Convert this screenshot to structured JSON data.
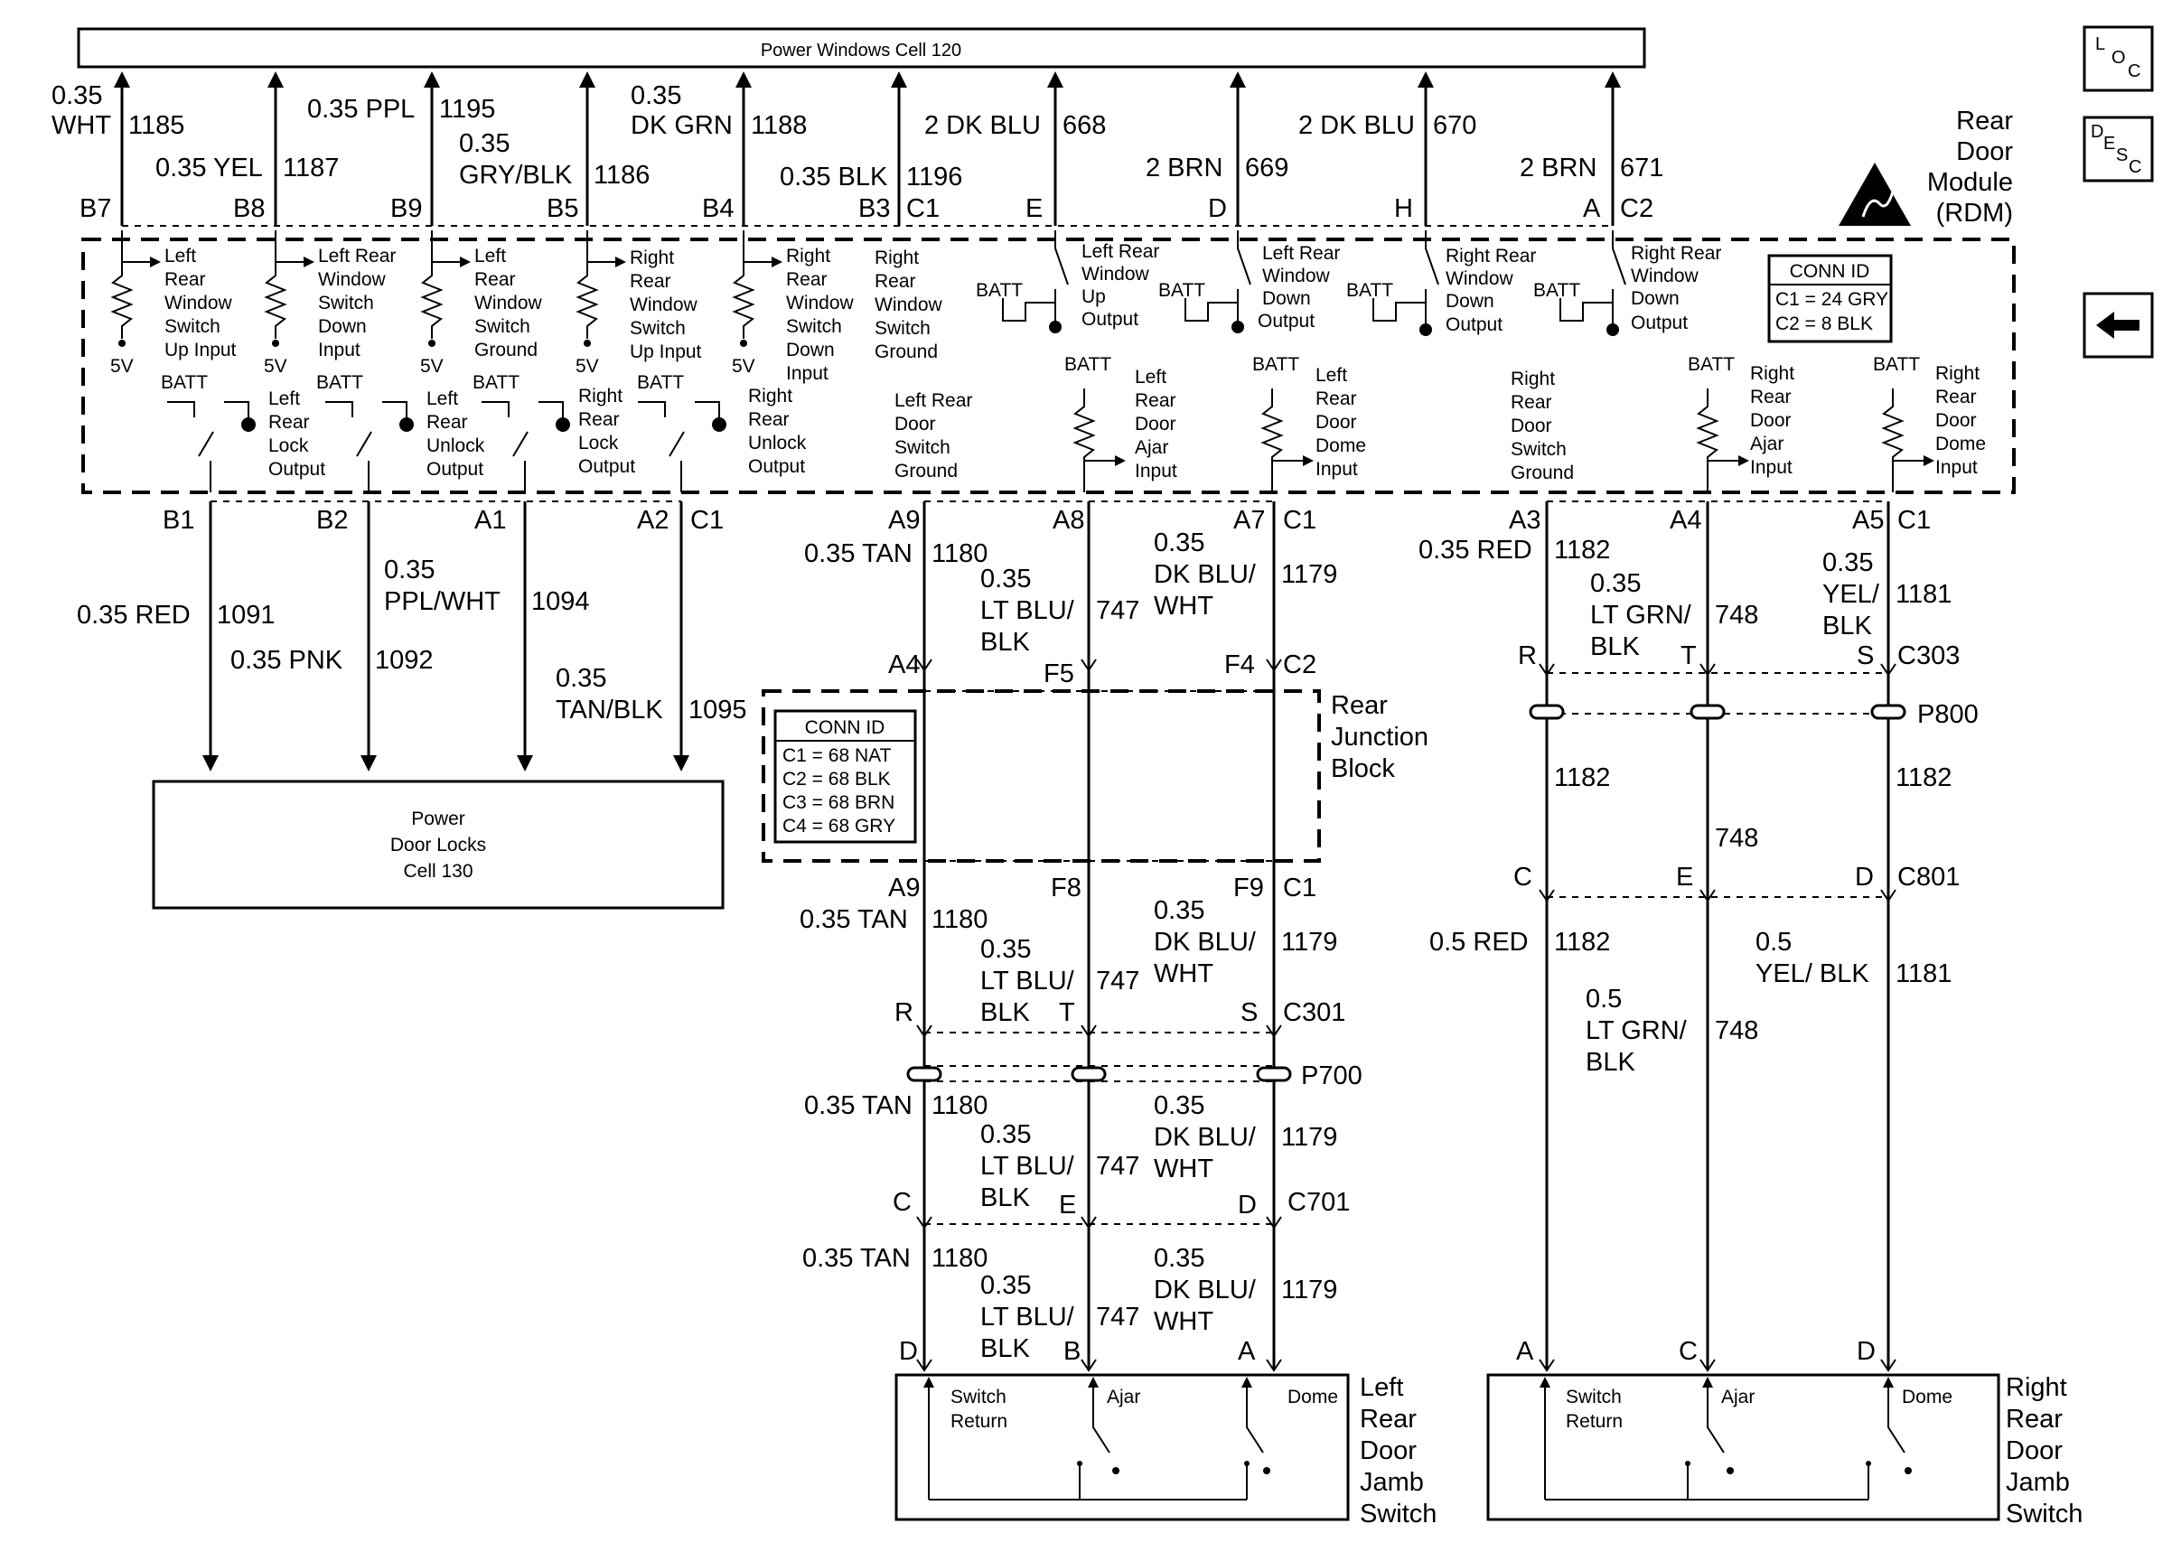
{
  "title_bar": {
    "label": "Power Windows Cell 120"
  },
  "side_buttons": {
    "loc": [
      "L",
      "O",
      "C"
    ],
    "desc": [
      "D",
      "E",
      "S",
      "C"
    ],
    "back_icon": "left-arrow-icon"
  },
  "module": {
    "name": [
      "Rear",
      "Door",
      "Module",
      "(RDM)"
    ],
    "esd_icon": "esd-warning-icon"
  },
  "rdm_conn_id": {
    "title": "CONN ID",
    "lines": [
      "C1 = 24 GRY",
      "C2 = 8 BLK"
    ]
  },
  "rjb": {
    "name": [
      "Rear",
      "Junction",
      "Block"
    ],
    "conn_title": "CONN ID",
    "conn_lines": [
      "C1 = 68 NAT",
      "C2 = 68 BLK",
      "C3 = 68 BRN",
      "C4 = 68 GRY"
    ]
  },
  "power_door_locks": [
    "Power",
    "Door Locks",
    "Cell 130"
  ],
  "left_jamb": {
    "name": [
      "Left",
      "Rear",
      "Door",
      "Jamb",
      "Switch"
    ],
    "labels": [
      "Switch",
      "Return",
      "Ajar",
      "Dome"
    ]
  },
  "right_jamb": {
    "name": [
      "Right",
      "Rear",
      "Door",
      "Jamb",
      "Switch"
    ],
    "labels": [
      "Switch",
      "Return",
      "Ajar",
      "Dome"
    ]
  },
  "supply": {
    "batt": "BATT",
    "five_v": "5V"
  },
  "top_wires": [
    {
      "size_color": [
        "0.35",
        "WHT"
      ],
      "circuit": "1185",
      "pin": "B7"
    },
    {
      "size_color": [
        "0.35 YEL"
      ],
      "circuit": "1187",
      "pin": "B8"
    },
    {
      "size_color": [
        "0.35 PPL"
      ],
      "circuit": "1195",
      "pin": "B9"
    },
    {
      "size_color": [
        "0.35",
        "GRY/BLK"
      ],
      "circuit": "1186",
      "pin": "B5"
    },
    {
      "size_color": [
        "0.35",
        "DK GRN"
      ],
      "circuit": "1188",
      "pin": "B4"
    },
    {
      "size_color": [
        "0.35 BLK"
      ],
      "circuit": "1196",
      "pin": "B3",
      "conn": "C1"
    },
    {
      "size_color": [
        "2 DK BLU"
      ],
      "circuit": "668",
      "pin": "E"
    },
    {
      "size_color": [
        "2 BRN"
      ],
      "circuit": "669",
      "pin": "D"
    },
    {
      "size_color": [
        "2 DK BLU"
      ],
      "circuit": "670",
      "pin": "H"
    },
    {
      "size_color": [
        "2 BRN"
      ],
      "circuit": "671",
      "pin": "A",
      "conn": "C2"
    }
  ],
  "switch_inputs": [
    [
      "Left",
      "Rear",
      "Window",
      "Switch",
      "Up Input"
    ],
    [
      "Left Rear",
      "Window",
      "Switch",
      "Down",
      "Input"
    ],
    [
      "Left",
      "Rear",
      "Window",
      "Switch",
      "Ground"
    ],
    [
      "Right",
      "Rear",
      "Window",
      "Switch",
      "Up Input"
    ],
    [
      "Right",
      "Rear",
      "Window",
      "Switch",
      "Down",
      "Input"
    ],
    [
      "Right",
      "Rear",
      "Window",
      "Switch",
      "Ground"
    ]
  ],
  "window_outputs": [
    [
      "Left Rear",
      "Window",
      "Up",
      "Output"
    ],
    [
      "Left Rear",
      "Window",
      "Down",
      "Output"
    ],
    [
      "Right Rear",
      "Window",
      "Down",
      "Output"
    ],
    [
      "Right Rear",
      "Window",
      "Down",
      "Output"
    ]
  ],
  "lock_outputs": [
    [
      "Left",
      "Rear",
      "Lock",
      "Output"
    ],
    [
      "Left",
      "Rear",
      "Unlock",
      "Output"
    ],
    [
      "Right",
      "Rear",
      "Lock",
      "Output"
    ],
    [
      "Right",
      "Rear",
      "Unlock",
      "Output"
    ]
  ],
  "door_inputs": [
    [
      "Left Rear",
      "Door",
      "Switch",
      "Ground"
    ],
    [
      "Left",
      "Rear",
      "Door",
      "Ajar",
      "Input"
    ],
    [
      "Left",
      "Rear",
      "Door",
      "Dome",
      "Input"
    ],
    [
      "Right",
      "Rear",
      "Door",
      "Switch",
      "Ground"
    ],
    [
      "Right",
      "Rear",
      "Door",
      "Ajar",
      "Input"
    ],
    [
      "Right",
      "Rear",
      "Door",
      "Dome",
      "Input"
    ]
  ],
  "lock_wires": [
    {
      "pin": "B1",
      "size_color": [
        "0.35 RED"
      ],
      "circuit": "1091"
    },
    {
      "pin": "B2",
      "size_color": [
        "0.35 PNK"
      ],
      "circuit": "1092"
    },
    {
      "pin": "A1",
      "size_color": [
        "0.35",
        "PPL/WHT"
      ],
      "circuit": "1094"
    },
    {
      "pin": "A2",
      "conn": "C1",
      "size_color": [
        "0.35",
        "TAN/BLK"
      ],
      "circuit": "1095"
    }
  ],
  "left_circuit": {
    "rdm_pins": [
      "A9",
      "A8",
      "A7",
      "C1"
    ],
    "seg1": [
      {
        "size_color": [
          "0.35 TAN"
        ],
        "circuit": "1180"
      },
      {
        "size_color": [
          "0.35",
          "LT BLU/",
          "BLK"
        ],
        "circuit": "747"
      },
      {
        "size_color": [
          "0.35",
          "DK BLU/",
          "WHT"
        ],
        "circuit": "1179"
      }
    ],
    "rjb_top_pins": [
      "A4",
      "F5",
      "F4",
      "C2"
    ],
    "rjb_bottom_pins": [
      "A9",
      "F8",
      "F9",
      "C1"
    ],
    "seg2": [
      {
        "size_color": [
          "0.35 TAN"
        ],
        "circuit": "1180"
      },
      {
        "size_color": [
          "0.35",
          "LT BLU/",
          "BLK"
        ],
        "circuit": "747"
      },
      {
        "size_color": [
          "0.35",
          "DK BLU/",
          "WHT"
        ],
        "circuit": "1179"
      }
    ],
    "c301_pins": [
      "R",
      "T",
      "S",
      "C301"
    ],
    "p700": "P700",
    "seg3": [
      {
        "size_color": [
          "0.35 TAN"
        ],
        "circuit": "1180"
      },
      {
        "size_color": [
          "0.35",
          "LT BLU/",
          "BLK"
        ],
        "circuit": "747"
      },
      {
        "size_color": [
          "0.35",
          "DK BLU/",
          "WHT"
        ],
        "circuit": "1179"
      }
    ],
    "c701_pins": [
      "C",
      "E",
      "D",
      "C701"
    ],
    "seg4": [
      {
        "size_color": [
          "0.35 TAN"
        ],
        "circuit": "1180"
      },
      {
        "size_color": [
          "0.35",
          "LT BLU/",
          "BLK"
        ],
        "circuit": "747"
      },
      {
        "size_color": [
          "0.35",
          "DK BLU/",
          "WHT"
        ],
        "circuit": "1179"
      }
    ],
    "jamb_pins": [
      "D",
      "B",
      "A"
    ]
  },
  "right_circuit": {
    "rdm_pins": [
      "A3",
      "A4",
      "A5",
      "C1"
    ],
    "seg1": [
      {
        "size_color": [
          "0.35 RED"
        ],
        "circuit": "1182"
      },
      {
        "size_color": [
          "0.35",
          "LT GRN/",
          "BLK"
        ],
        "circuit": "748"
      },
      {
        "size_color": [
          "0.35",
          "YEL/",
          "BLK"
        ],
        "circuit": "1181"
      }
    ],
    "c303_pins": [
      "R",
      "T",
      "S",
      "C303"
    ],
    "p800": "P800",
    "seg2_circuits": [
      "1182",
      "748",
      "1182"
    ],
    "c801_pins": [
      "C",
      "E",
      "D",
      "C801"
    ],
    "seg3": [
      {
        "size_color": [
          "0.5 RED"
        ],
        "circuit": "1182"
      },
      {
        "size_color": [
          "0.5",
          "LT GRN/",
          "BLK"
        ],
        "circuit": "748"
      },
      {
        "size_color": [
          "0.5",
          "YEL/ BLK"
        ],
        "circuit": "1181"
      }
    ],
    "jamb_pins": [
      "A",
      "C",
      "D"
    ]
  }
}
